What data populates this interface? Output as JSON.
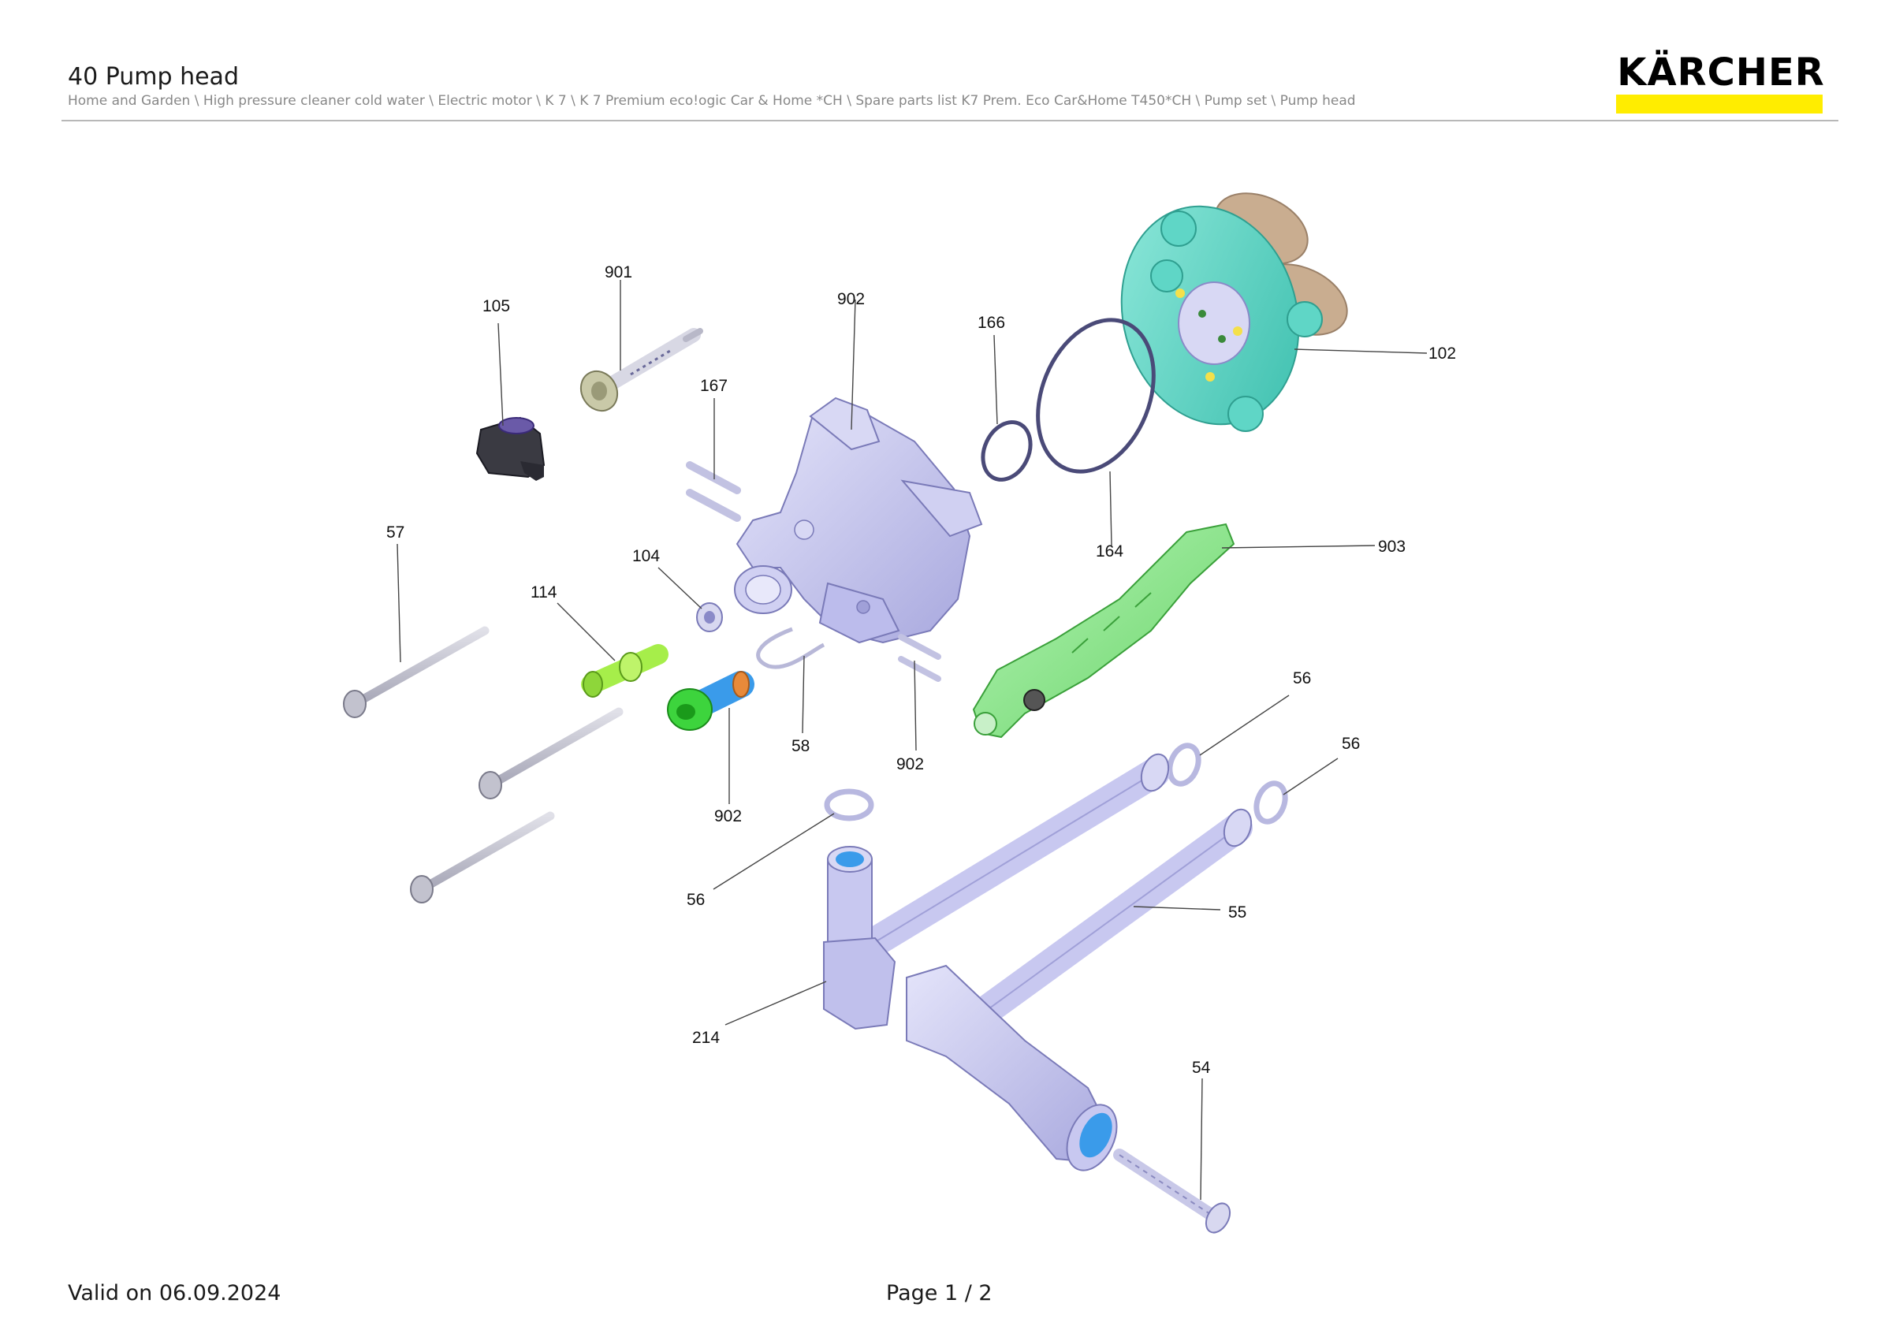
{
  "header": {
    "title": "40 Pump head",
    "breadcrumb": "Home and Garden \\ High pressure cleaner cold water \\ Electric motor \\ K 7 \\ K 7 Premium eco!ogic Car & Home *CH \\ Spare parts list K7 Prem. Eco Car&Home T450*CH \\ Pump set \\ Pump head"
  },
  "logo": {
    "text": "KÄRCHER",
    "bar_color": "#ffed00"
  },
  "colors": {
    "housing": "#c8c8f0",
    "housing_dark": "#9a9ad8",
    "green": "#8ee68e",
    "green_bright": "#3dd43d",
    "lime": "#a6ee4a",
    "blue": "#3a9bea",
    "teal": "#5fd6c6",
    "tan": "#c9ad90",
    "bolt": "#c2c2ce",
    "ring": "#4a4a78",
    "black_part": "#3a3a42"
  },
  "callouts": {
    "c102": "102",
    "c105": "105",
    "c901": "901",
    "c902_top": "902",
    "c166": "166",
    "c167": "167",
    "c164": "164",
    "c903": "903",
    "c57": "57",
    "c104": "104",
    "c114": "114",
    "c58": "58",
    "c902_right": "902",
    "c902_bottom": "902",
    "c56_a": "56",
    "c56_b": "56",
    "c56_c": "56",
    "c55": "55",
    "c214": "214",
    "c54": "54"
  },
  "footer": {
    "valid": "Valid on 06.09.2024",
    "page": "Page 1 / 2"
  }
}
